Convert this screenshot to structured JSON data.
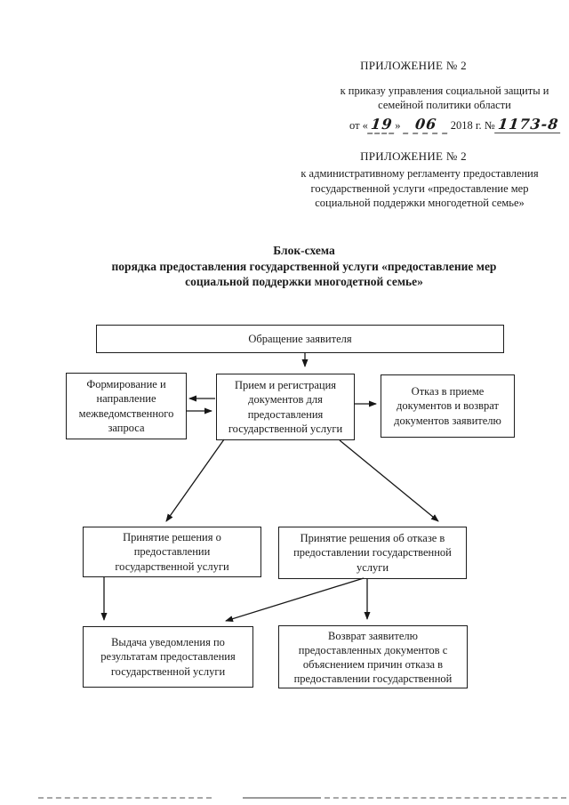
{
  "colors": {
    "ink": "#1b1b1b",
    "paper": "#ffffff",
    "scan_artifact": "#a8a8a8"
  },
  "appendix_order": {
    "heading": "ПРИЛОЖЕНИЕ № 2",
    "lines": [
      "к приказу управления социальной защиты и",
      "семейной политики области"
    ],
    "date": {
      "prefix": "от «",
      "day": "19",
      "close": "»",
      "month": "06",
      "year_label": "2018 г. №",
      "number": "1173-8"
    }
  },
  "appendix_regulation": {
    "heading": "ПРИЛОЖЕНИЕ № 2",
    "lines": [
      "к административному регламенту предоставления",
      "государственной услуги «предоставление мер",
      "социальной поддержки многодетной семье»"
    ]
  },
  "title": {
    "lines": [
      "Блок-схема",
      "порядка предоставления государственной услуги «предоставление мер",
      "социальной поддержки многодетной семье»"
    ]
  },
  "flowchart": {
    "applicant_request": {
      "lines": [
        "Обращение заявителя"
      ]
    },
    "interagency_request": {
      "lines": [
        "Формирование и",
        "направление",
        "межведомственного",
        "запроса"
      ]
    },
    "reception_registration": {
      "lines": [
        "Прием и регистрация",
        "документов для",
        "предоставления",
        "государственной услуги"
      ]
    },
    "refusal_return": {
      "lines": [
        "Отказ в приеме",
        "документов и возврат",
        "документов заявителю"
      ]
    },
    "decision_grant": {
      "lines": [
        "Принятие решения о",
        "предоставлении",
        "государственной услуги"
      ]
    },
    "decision_deny": {
      "lines": [
        "Принятие решения об отказе в",
        "предоставлении государственной",
        "услуги"
      ]
    },
    "notification_issue": {
      "lines": [
        "Выдача уведомления по",
        "результатам предоставления",
        "государственной услуги"
      ]
    },
    "documents_return": {
      "lines": [
        "Возврат заявителю",
        "предоставленных документов с",
        "объяснением причин отказа в",
        "предоставлении государственной"
      ]
    }
  }
}
